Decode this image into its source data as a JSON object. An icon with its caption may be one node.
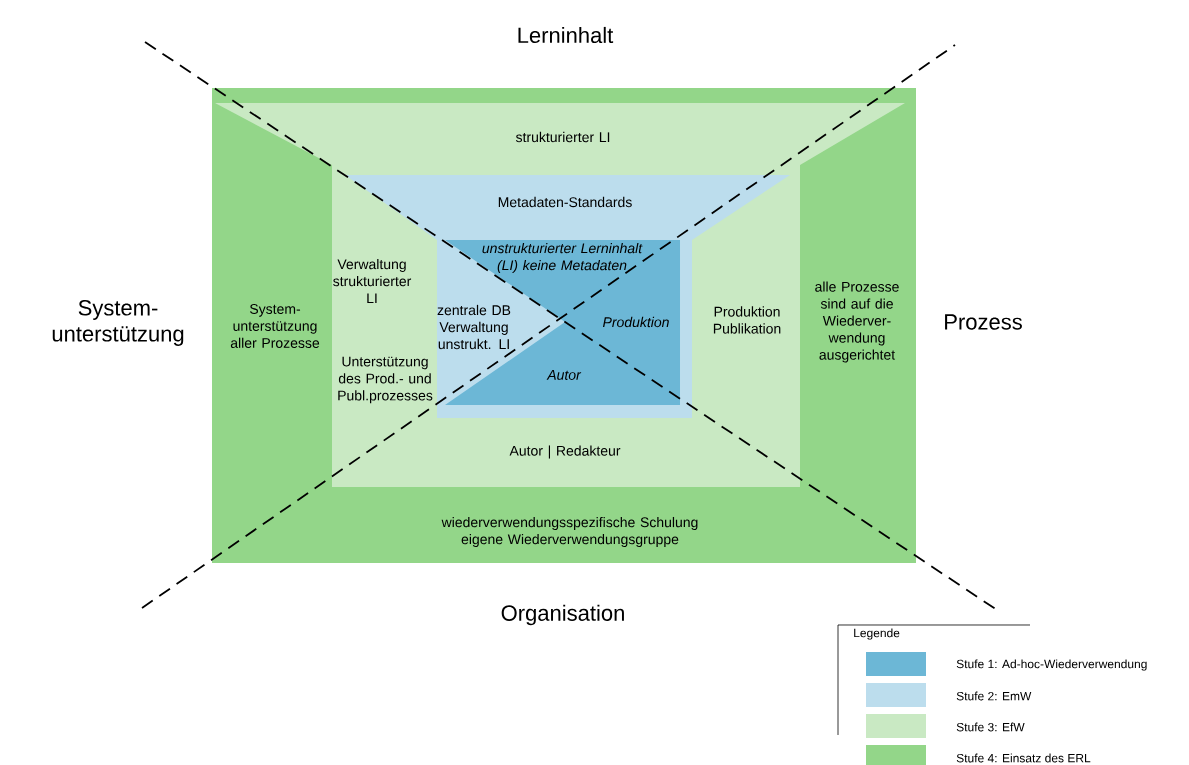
{
  "diagram": {
    "nodes": [
      {
        "text": [
          "System- unterstützung aller Prozesse",
          "alle Prozesse sind auf die Wiederver- wendung ausgerichtet",
          "wiederverwendungsspezifische Schulung eigene Wiederverwendungsgruppe"
        ]
      },
      {
        "text": [
          "strukturierter LI",
          "Verwaltung strukturierter LI",
          "Unterstützung des Prod.- und Publ.prozesses",
          "Produktion Publikation",
          "Autor | Redakteur"
        ],
        "in": 0
      },
      {
        "text": [
          "Metadaten-Standards",
          "zentrale DB Verwaltung unstrukt. LI"
        ],
        "in": 1
      },
      {
        "text": [
          "unstrukturierter Lerninhalt (LI) keine Metadaten",
          "Produktion",
          "Autor"
        ],
        "in": 2
      }
    ],
    "edges": [],
    "labels": [
      "Lerninhalt",
      "System- unterstützung",
      "Prozess",
      "Organisation",
      "Legende"
    ],
    "legend": [
      {
        "text": "Stufe 1: Ad-hoc-Wiederverwendung",
        "color": "#6cb7d6"
      },
      {
        "text": "Stufe 2: EmW",
        "color": "#bcdded"
      },
      {
        "text": "Stufe 3: EfW",
        "color": "#c9e9c3"
      },
      {
        "text": "Stufe 4: Einsatz des ERL",
        "color": "#93d689"
      }
    ]
  }
}
